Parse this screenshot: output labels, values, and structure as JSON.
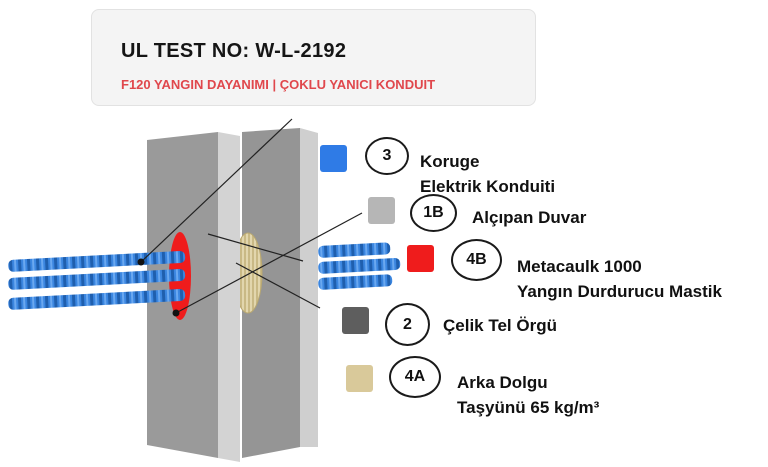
{
  "title": {
    "test_no": "UL TEST NO: W-L-2192",
    "subtitle": "F120 YANGIN DAYANIMI | ÇOKLU YANICI KONDUIT"
  },
  "legend": [
    {
      "id": "3",
      "line1": "Koruge",
      "line2": "Elektrik Konduiti",
      "color": "#2f7be6"
    },
    {
      "id": "1B",
      "line1": "Alçıpan Duvar",
      "line2": "",
      "color": "#b6b6b6"
    },
    {
      "id": "4B",
      "line1": "Metacaulk 1000",
      "line2": "Yangın Durdurucu Mastik",
      "color": "#ef1c1c"
    },
    {
      "id": "2",
      "line1": "Çelik Tel Örgü",
      "line2": "",
      "color": "#5e5e5e"
    },
    {
      "id": "4A",
      "line1": "Arka Dolgu",
      "line2": "Taşyünü 65 kg/m³",
      "color": "#d9c99a"
    }
  ]
}
